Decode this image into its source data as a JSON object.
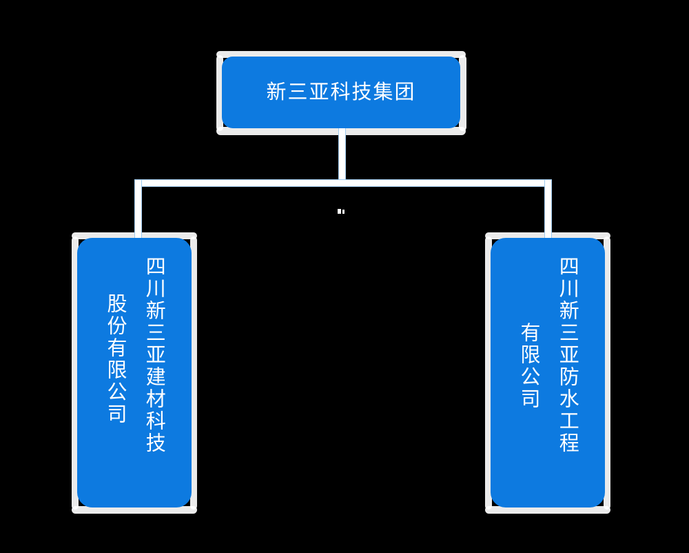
{
  "diagram": {
    "type": "organization-chart",
    "background_color": "#000000",
    "node_color": "#0d7ae0",
    "node_text_color": "#ffffff",
    "connector_color": "#ffffff",
    "connector_edge_color": "#9ecbf0",
    "root": {
      "label": "新三亚科技集团"
    },
    "children": [
      {
        "position": "left",
        "column_1": "四川新三亚建材科技",
        "column_2": "股份有限公司",
        "full_label": "四川新三亚建材科技股份有限公司"
      },
      {
        "position": "right",
        "column_1": "四川新三亚防水工程",
        "column_2": "有限公司",
        "full_label": "四川新三亚防水工程有限公司"
      }
    ]
  }
}
